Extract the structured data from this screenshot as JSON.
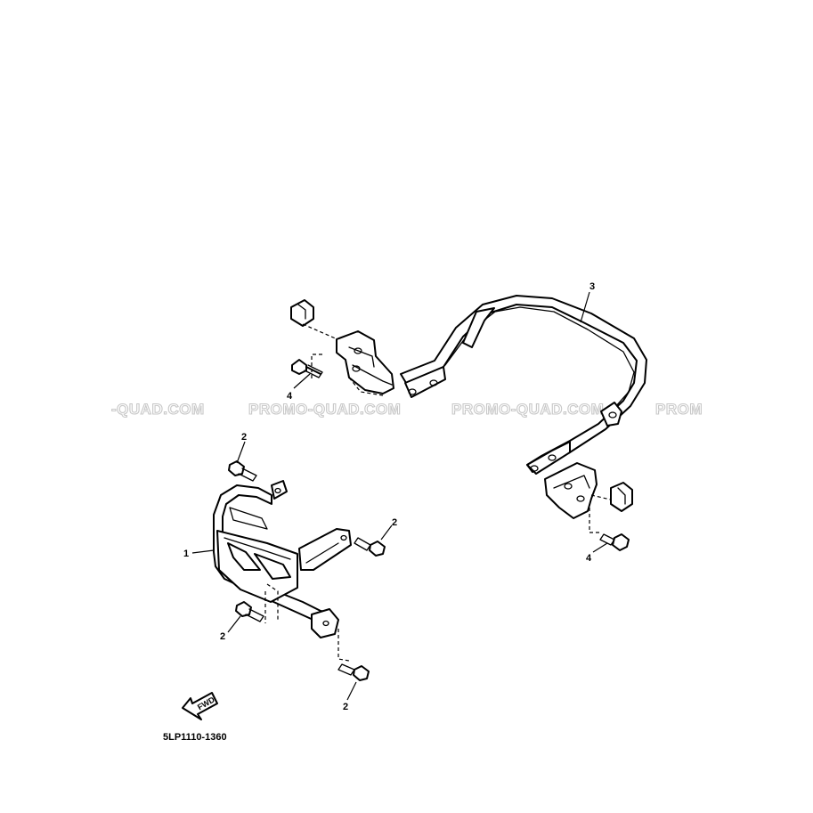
{
  "diagram": {
    "watermarks": [
      "-QUAD.COM",
      "PROMO-QUAD.COM",
      "PROMO-QUAD.COM",
      "PROM"
    ],
    "callouts": {
      "front_guard": "1",
      "bolt_top": "2",
      "bolt_right": "2",
      "bolt_left_lower": "2",
      "bolt_bottom": "2",
      "rear_guard": "3",
      "bolt_rear_left": "4",
      "bolt_rear_right": "4"
    },
    "direction_arrow": "FWD",
    "part_code": "5LP1110-1360"
  }
}
